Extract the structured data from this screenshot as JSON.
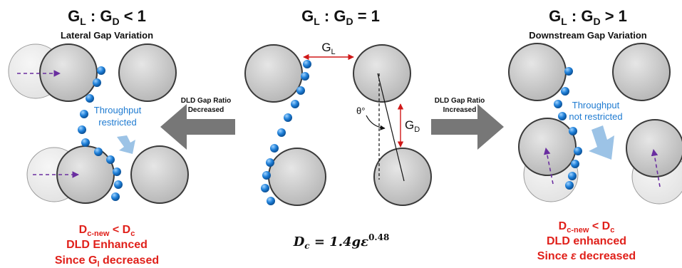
{
  "left_panel": {
    "title_main": "G",
    "title_sub1": "L",
    "title_mid": " : G",
    "title_sub2": "D",
    "title_end": " < 1",
    "subtitle": "Lateral Gap Variation",
    "note_line1": "Throughput",
    "note_line2": "restricted",
    "result_line1_main": "D",
    "result_line1_sub": "c-new",
    "result_line1_mid": " < D",
    "result_line1_sub2": "c",
    "result_line2": "DLD Enhanced",
    "result_line3_main": "Since G",
    "result_line3_sub": "l",
    "result_line3_end": " decreased"
  },
  "center_panel": {
    "title_main": "G",
    "title_sub1": "L",
    "title_mid": " : G",
    "title_sub2": "D",
    "title_end": " = 1",
    "gl_main": "G",
    "gl_sub": "L",
    "gd_main": "G",
    "gd_sub": "D",
    "theta": "θ°",
    "formula_lhs": "D",
    "formula_lhs_sub": "c",
    "formula_rhs": " = 1.4gε",
    "formula_exp": "0.48"
  },
  "right_panel": {
    "title_main": "G",
    "title_sub1": "L",
    "title_mid": " : G",
    "title_sub2": "D",
    "title_end": " > 1",
    "subtitle": "Downstream Gap Variation",
    "note_line1": "Throughput",
    "note_line2": "not restricted",
    "result_line1_main": "D",
    "result_line1_sub": "c-new",
    "result_line1_mid": " < D",
    "result_line1_sub2": "c",
    "result_line2": "DLD enhanced",
    "result_line3_main": "Since ",
    "result_line3_eps": "ε",
    "result_line3_end": " decreased"
  },
  "arrows": {
    "left_label_line1": "DLD Gap Ratio",
    "left_label_line2": "Decreased",
    "right_label_line1": "DLD Gap Ratio",
    "right_label_line2": "Increased"
  },
  "colors": {
    "pillar": "#c8c8c8",
    "pillar_stroke": "#3a3a3a",
    "ghost_pillar": "#ebebeb",
    "particle": "#1e7fd8",
    "big_arrow": "#777777",
    "flow_arrow": "#9cc3e6",
    "shift_arrow": "#6a2ea0",
    "dimension": "#d01818",
    "result_text": "#e0201a",
    "note_text": "#1f7bd1"
  }
}
